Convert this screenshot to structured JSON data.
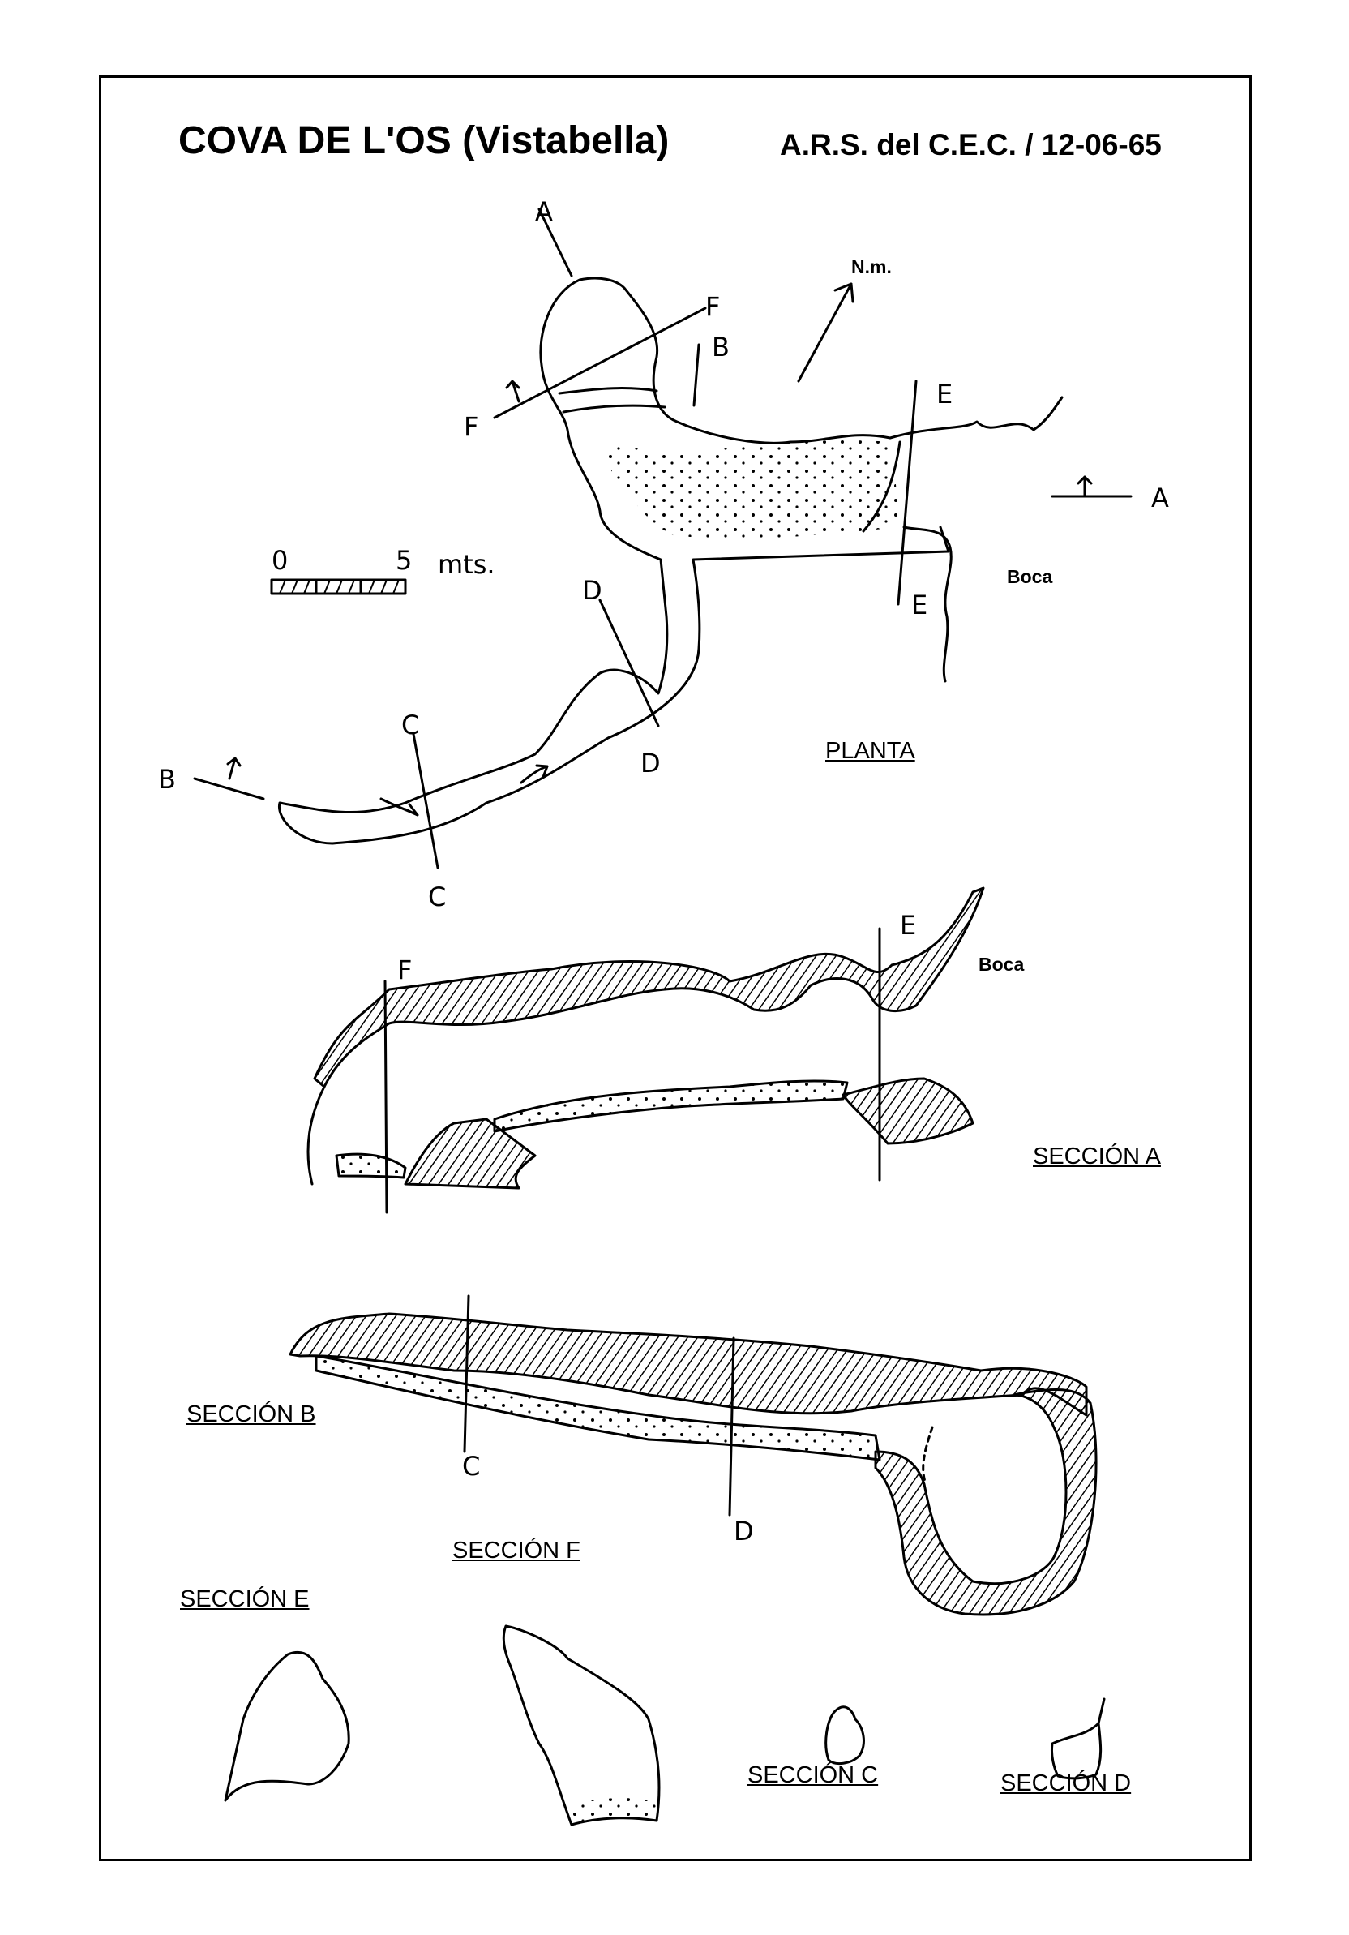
{
  "title": "COVA DE L'OS  (Vistabella)",
  "credit": "A.R.S. del C.E.C.  /  12-06-65",
  "north_label": "N.m.",
  "scale": {
    "zero": "0",
    "five": "5",
    "unit": "mts."
  },
  "plan_labels": {
    "boca": "Boca",
    "planta": "PLANTA"
  },
  "section_letters": {
    "a": "A",
    "b": "B",
    "c": "C",
    "d": "D",
    "e": "E",
    "f": "F"
  },
  "section_a": {
    "label": "SECCIÓN A",
    "boca": "Boca"
  },
  "section_b": {
    "label": "SECCIÓN B"
  },
  "section_f": {
    "label": "SECCIÓN F"
  },
  "section_e": {
    "label": "SECCIÓN E"
  },
  "section_c": {
    "label": "SECCIÓN C"
  },
  "section_d": {
    "label": "SECCIÓN D"
  }
}
